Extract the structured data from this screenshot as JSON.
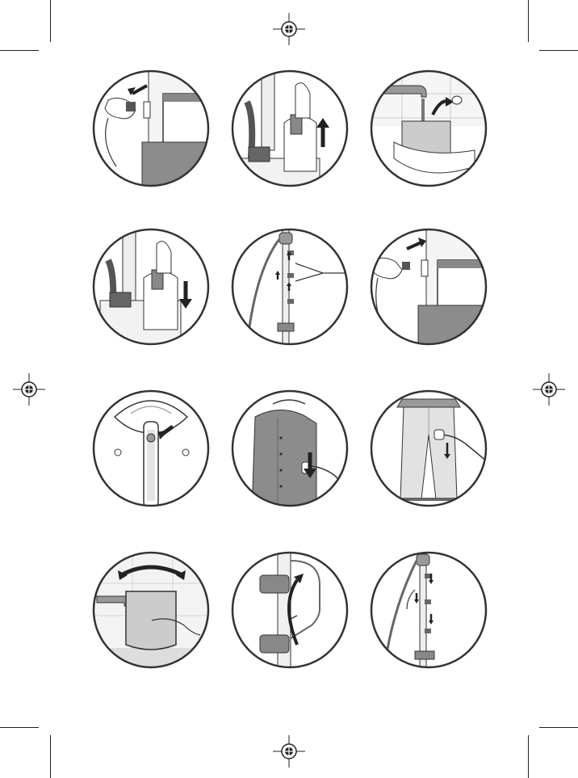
{
  "document": {
    "type": "instruction-illustration-sheet",
    "page_background": "#ffffff",
    "line_color": "#333333",
    "fill_gray": "#8c8c8c",
    "arrow_color": "#222222"
  },
  "illustrations": [
    {
      "id": "unplug-plug",
      "icon": "plug-out-illustration"
    },
    {
      "id": "lift-tank",
      "icon": "tank-lift-illustration"
    },
    {
      "id": "fill-tank-at-tap",
      "icon": "tap-fill-illustration"
    },
    {
      "id": "insert-tank",
      "icon": "tank-insert-illustration"
    },
    {
      "id": "assemble-pole",
      "icon": "pole-assembly-illustration"
    },
    {
      "id": "plug-in",
      "icon": "plug-in-illustration"
    },
    {
      "id": "steam-head-button",
      "icon": "steam-head-illustration"
    },
    {
      "id": "steam-shirt",
      "icon": "shirt-steam-illustration"
    },
    {
      "id": "steam-trousers",
      "icon": "trousers-steam-illustration"
    },
    {
      "id": "empty-tank-at-sink",
      "icon": "tank-empty-illustration"
    },
    {
      "id": "wrap-hose",
      "icon": "hose-wrap-illustration"
    },
    {
      "id": "disassemble-pole",
      "icon": "pole-disassembly-illustration"
    }
  ],
  "registration_marks": {
    "icon": "registration-crosshair-icon"
  }
}
